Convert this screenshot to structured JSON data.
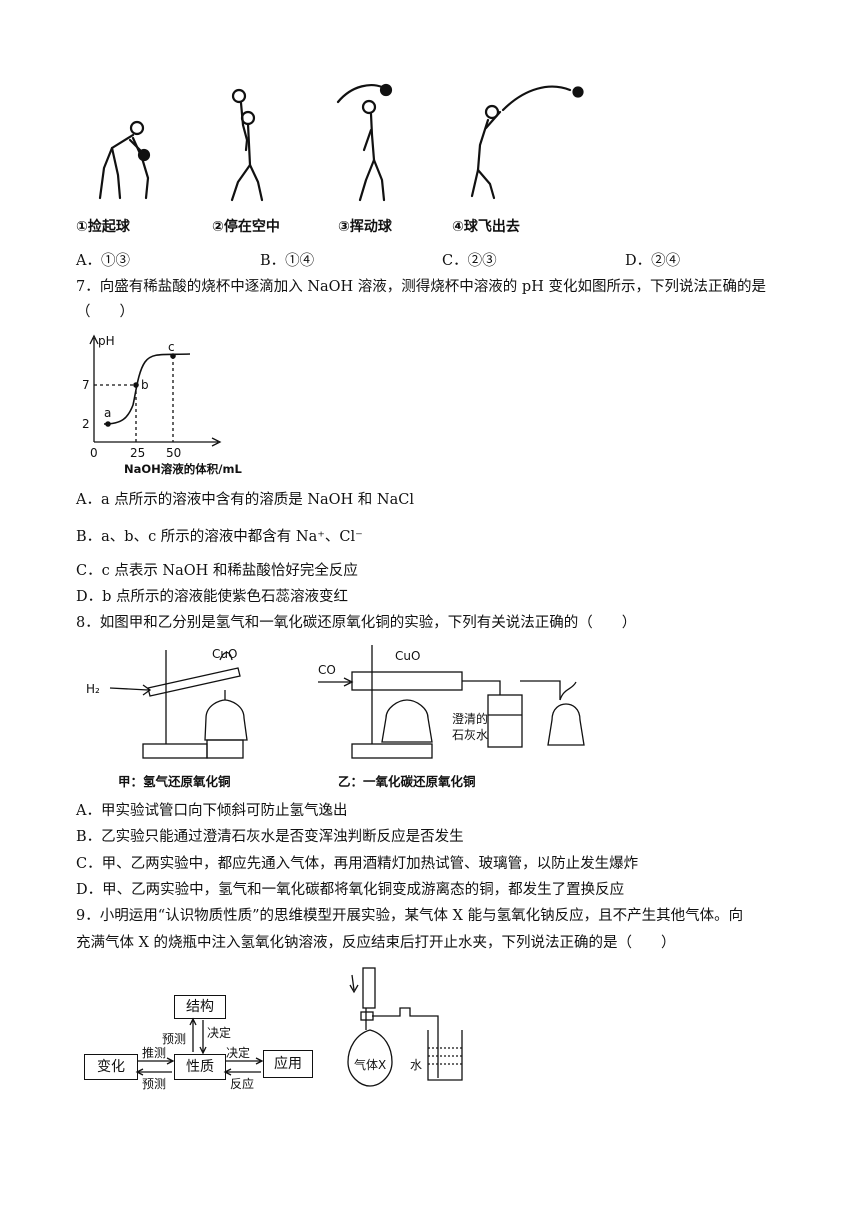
{
  "q6": {
    "captions": [
      "①捡起球",
      "②停在空中",
      "③挥动球",
      "④球飞出去"
    ],
    "options": [
      "A．①③",
      "B．①④",
      "C．②③",
      "D．②④"
    ]
  },
  "q7": {
    "stem": "7．向盛有稀盐酸的烧杯中逐滴加入 NaOH 溶液，测得烧杯中溶液的 pH 变化如图所示，下列说法正确的是",
    "paren": "（　　）",
    "chart": {
      "ylabel": "pH",
      "xlabel": "NaOH溶液的体积/mL",
      "yticks": [
        "7",
        "2"
      ],
      "xticks": [
        "0",
        "25",
        "50"
      ],
      "points": [
        "a",
        "b",
        "c"
      ]
    },
    "options": [
      "A．a 点所示的溶液中含有的溶质是 NaOH 和 NaCl",
      "B．a、b、c 所示的溶液中都含有 Na⁺、Cl⁻",
      "C．c 点表示 NaOH 和稀盐酸恰好完全反应",
      "D．b 点所示的溶液能使紫色石蕊溶液变红"
    ]
  },
  "q8": {
    "stem": "8．如图甲和乙分别是氢气和一氧化碳还原氧化铜的实验，下列有关说法正确的（　　）",
    "fig_labels": {
      "cuo1": "CuO",
      "h2": "H₂",
      "co": "CO",
      "cuo2": "CuO",
      "limewater": "澄清的",
      "limewater2": "石灰水"
    },
    "captions": [
      "甲：氢气还原氧化铜",
      "乙：一氧化碳还原氧化铜"
    ],
    "options": [
      "A．甲实验试管口向下倾斜可防止氢气逸出",
      "B．乙实验只能通过澄清石灰水是否变浑浊判断反应是否发生",
      "C．甲、乙两实验中，都应先通入气体，再用酒精灯加热试管、玻璃管，以防止发生爆炸",
      "D．甲、乙两实验中，氢气和一氧化碳都将氧化铜变成游离态的铜，都发生了置换反应"
    ]
  },
  "q9": {
    "stem1": "9．小明运用“认识物质性质”的思维模型开展实验，某气体 X 能与氢氧化钠反应，且不产生其他气体。向",
    "stem2": "充满气体 X 的烧瓶中注入氢氧化钠溶液，反应结束后打开止水夹，下列说法正确的是（　　）",
    "model": {
      "structure": "结构",
      "change": "变化",
      "property": "性质",
      "application": "应用",
      "predict_up": "预测",
      "decide_down": "决定",
      "infer": "推测",
      "predict_left": "预测",
      "decide_right": "决定",
      "react": "反应"
    },
    "apparatus": {
      "gas": "气体X",
      "water": "水"
    }
  }
}
